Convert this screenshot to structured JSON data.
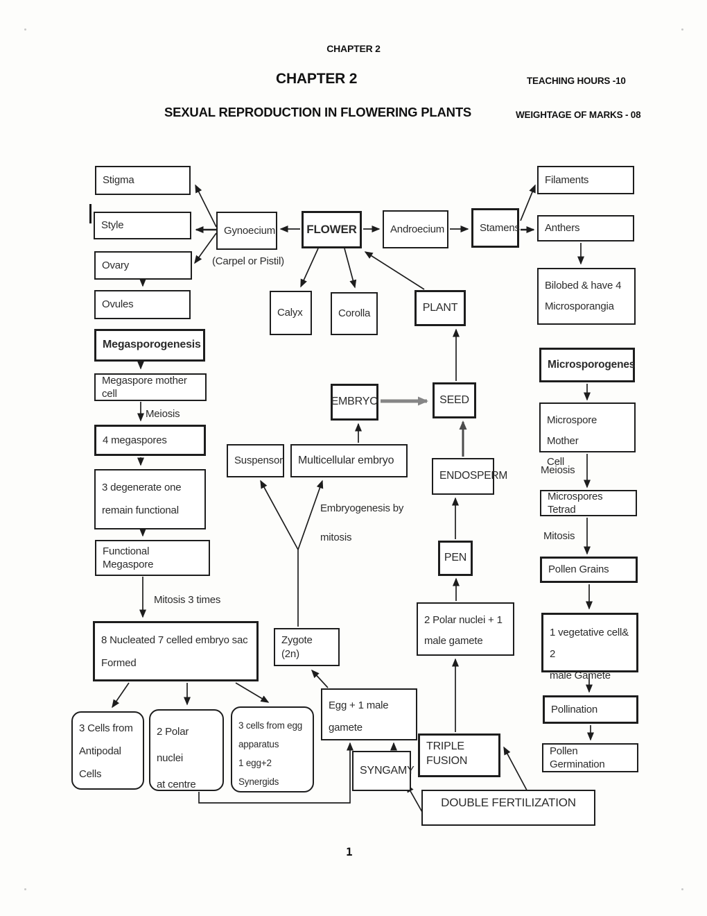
{
  "header": {
    "running_title": "CHAPTER 2",
    "chapter_title": "CHAPTER 2",
    "teaching_hours": "TEACHING HOURS -10",
    "main_title": "SEXUAL REPRODUCTION IN FLOWERING PLANTS",
    "weightage": "WEIGHTAGE OF MARKS - 08"
  },
  "nodes": {
    "stigma": {
      "label": "Stigma"
    },
    "style": {
      "label": "Style"
    },
    "ovary": {
      "label": "Ovary"
    },
    "ovules": {
      "label": "Ovules"
    },
    "megasporogenesis": {
      "label": "Megasporogenesis"
    },
    "megaspore_mother_cell": {
      "label": "Megaspore mother cell"
    },
    "four_megaspores": {
      "label": "4 megaspores"
    },
    "three_degenerate": {
      "label": "3 degenerate one\nremain functional"
    },
    "functional_megaspore": {
      "label": "Functional Megaspore"
    },
    "eight_nucleated": {
      "label": "8 Nucleated 7 celled embryo sac\nFormed"
    },
    "antipodal_cells": {
      "label": "3 Cells from\nAntipodal\nCells"
    },
    "polar_nuclei_centre": {
      "label": "2 Polar nuclei\nat centre"
    },
    "egg_apparatus": {
      "label": "3 cells from egg\napparatus\n1 egg+2 Synergids"
    },
    "gynoecium": {
      "label": "Gynoecium"
    },
    "flower": {
      "label": "FLOWER"
    },
    "calyx": {
      "label": "Calyx"
    },
    "corolla": {
      "label": "Corolla"
    },
    "androecium": {
      "label": "Androecium"
    },
    "stamens": {
      "label": "Stamens"
    },
    "filaments": {
      "label": "Filaments"
    },
    "anthers": {
      "label": "Anthers"
    },
    "bilobed": {
      "label": "Bilobed & have 4\nMicrosporangia"
    },
    "plant": {
      "label": "PLANT"
    },
    "embryo": {
      "label": "EMBRYO"
    },
    "seed": {
      "label": "SEED"
    },
    "suspensor": {
      "label": "Suspensor"
    },
    "multicellular_embryo": {
      "label": "Multicellular embryo"
    },
    "endosperm": {
      "label": "ENDOSPERM"
    },
    "pen": {
      "label": "PEN"
    },
    "polar_nuclei_male": {
      "label": "2 Polar nuclei + 1\nmale gamete"
    },
    "zygote": {
      "label": "Zygote (2n)"
    },
    "egg_male": {
      "label": "Egg + 1 male\ngamete"
    },
    "syngamy": {
      "label": "SYNGAMY"
    },
    "triple_fusion": {
      "label": "TRIPLE FUSION"
    },
    "double_fertilization": {
      "label": "DOUBLE FERTILIZATION"
    },
    "microsporogenes": {
      "label": "Microsporogenes"
    },
    "microspore_mother_cell": {
      "label": "Microspore Mother\nCell"
    },
    "microspores_tetrad": {
      "label": "Microspores Tetrad"
    },
    "pollen_grains": {
      "label": "Pollen Grains"
    },
    "vegetative_cell": {
      "label": "1 vegetative cell& 2\nmale Gamete"
    },
    "pollination": {
      "label": "Pollination"
    },
    "pollen_germination": {
      "label": "Pollen Germination"
    }
  },
  "labels": {
    "carpel_or_pistil": "(Carpel or Pistil)",
    "meiosis_left": "Meiosis",
    "mitosis_three_times": "Mitosis 3 times",
    "embryogenesis": "Embryogenesis by\nmitosis",
    "meiosis_right": "Meiosis",
    "mitosis_right": "Mitosis"
  },
  "footer": {
    "page_number": "1"
  },
  "colors": {
    "line": "#1d1d1d",
    "gray_arrow": "#868686",
    "dark_gray_arrow": "#4c4c4c"
  }
}
